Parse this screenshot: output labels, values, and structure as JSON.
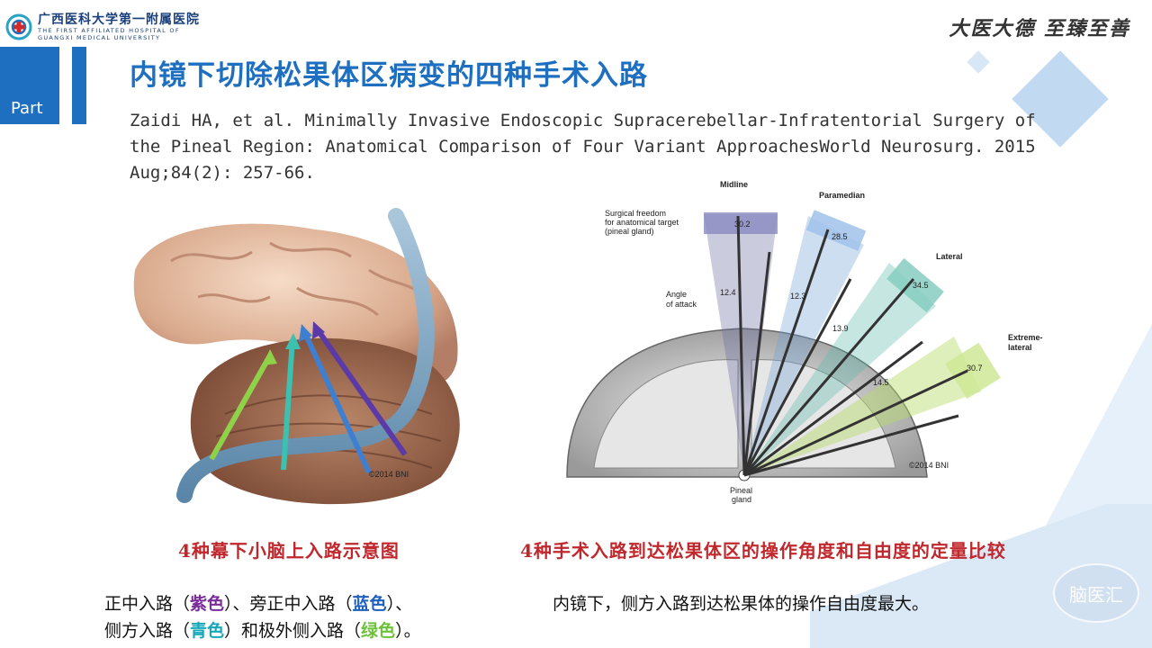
{
  "header": {
    "hospital_cn": "广西医科大学第一附属医院",
    "hospital_en_line1": "THE FIRST AFFILIATED HOSPITAL OF",
    "hospital_en_line2": "GUANGXI MEDICAL UNIVERSITY",
    "motto": "大医大德 至臻至善"
  },
  "part": {
    "label": "Part"
  },
  "slide": {
    "title": "内镜下切除松果体区病变的四种手术入路",
    "citation": "Zaidi HA, et al. Minimally Invasive Endoscopic Supracerebellar-Infratentorial Surgery of the Pineal Region: Anatomical Comparison of Four Variant ApproachesWorld Neurosurg. 2015 Aug;84(2): 257-66."
  },
  "figure_left": {
    "credit": "©2014 BNI",
    "arrow_colors": {
      "purple": "#5b3aa8",
      "blue": "#3f7fd0",
      "cyan": "#3cc0b0",
      "green": "#8fd24a"
    }
  },
  "figure_right": {
    "labels": {
      "midline": "Midline",
      "paramedian": "Paramedian",
      "lateral": "Lateral",
      "extreme_lateral_1": "Extreme-",
      "extreme_lateral_2": "lateral",
      "freedom_1": "Surgical freedom",
      "freedom_2": "for anatomical target",
      "freedom_3": "(pineal gland)",
      "angle_1": "Angle",
      "angle_2": "of attack",
      "pineal_1": "Pineal",
      "pineal_2": "gland",
      "credit": "©2014 BNI"
    },
    "freedom_values": [
      "30.2",
      "28.5",
      "34.5",
      "30.7"
    ],
    "angle_values": [
      "12.4",
      "12.3",
      "13.9",
      "14.5"
    ]
  },
  "captions": {
    "left": "4种幕下小脑上入路示意图",
    "right": "4种手术入路到达松果体区的操作角度和自由度的定量比较"
  },
  "description_left": {
    "p1": "正中入路（",
    "c1": "紫色",
    "p2": "）、旁正中入路（",
    "c2": "蓝色",
    "p3": "）、",
    "p4": "侧方入路（",
    "c3": "青色",
    "p5": "）和极外侧入路（",
    "c4": "绿色",
    "p6": "）。"
  },
  "description_right": "内镜下，侧方入路到达松果体的操作自由度最大。",
  "watermark": "脑医汇"
}
